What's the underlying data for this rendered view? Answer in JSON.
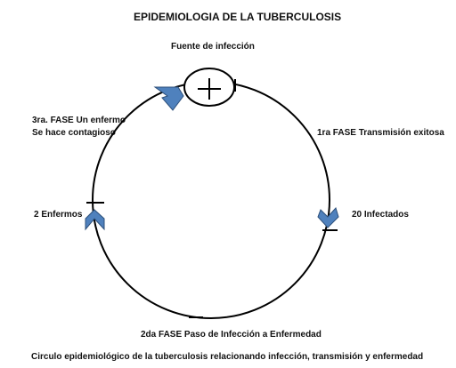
{
  "title": "EPIDEMIOLOGIA DE LA TUBERCULOSIS",
  "source_label": "Fuente de infección",
  "phase1": "1ra FASE Transmisión exitosa",
  "infected": "20 Infectados",
  "phase2": "2da FASE Paso de Infección a Enfermedad",
  "sick": "2 Enfermos",
  "phase3_line1": "3ra. FASE Un enfermo",
  "phase3_line2": "Se hace contagioso",
  "caption": "Circulo epidemiológico de la tuberculosis relacionando infección, transmisión y enfermedad",
  "colors": {
    "arrow_fill": "#4f81bd",
    "arrow_stroke": "#2c4f7a",
    "line": "#000000"
  }
}
